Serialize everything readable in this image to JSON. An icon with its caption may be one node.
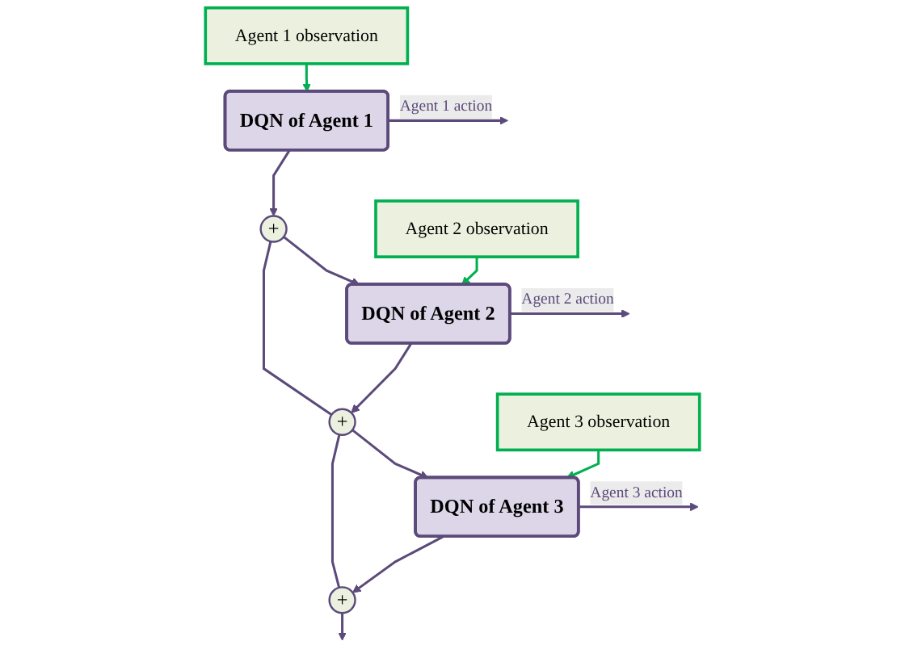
{
  "diagram": {
    "nodes": [
      {
        "text": [
          "Agent 1 observation"
        ]
      },
      {
        "text": [
          "DQN of Agent 1"
        ]
      },
      {
        "text": [
          "+"
        ]
      },
      {
        "text": [
          "Agent 2 observation"
        ]
      },
      {
        "text": [
          "DQN of Agent 2"
        ]
      },
      {
        "text": [
          "+"
        ]
      },
      {
        "text": [
          "Agent 3 observation"
        ]
      },
      {
        "text": [
          "DQN of Agent 3"
        ]
      },
      {
        "text": [
          "+"
        ]
      }
    ],
    "edges": [
      {
        "from": 0,
        "to": 1,
        "arrow": "to",
        "color": "#00b050"
      },
      {
        "from": 1,
        "to": null,
        "arrow": "to",
        "label": "Agent 1 action"
      },
      {
        "from": 1,
        "to": 2,
        "arrow": "to"
      },
      {
        "from": 2,
        "to": 4,
        "arrow": "to"
      },
      {
        "from": 3,
        "to": 4,
        "arrow": "to",
        "color": "#00b050"
      },
      {
        "from": 4,
        "to": null,
        "arrow": "to",
        "label": "Agent 2 action"
      },
      {
        "from": 4,
        "to": 5,
        "arrow": "to"
      },
      {
        "from": 2,
        "to": 5,
        "arrow": "none"
      },
      {
        "from": 5,
        "to": 7,
        "arrow": "to"
      },
      {
        "from": 6,
        "to": 7,
        "arrow": "to",
        "color": "#00b050"
      },
      {
        "from": 7,
        "to": null,
        "arrow": "to",
        "label": "Agent 3 action"
      },
      {
        "from": 7,
        "to": 8,
        "arrow": "to"
      },
      {
        "from": 5,
        "to": 8,
        "arrow": "none"
      },
      {
        "from": 8,
        "to": null,
        "arrow": "to"
      }
    ]
  }
}
